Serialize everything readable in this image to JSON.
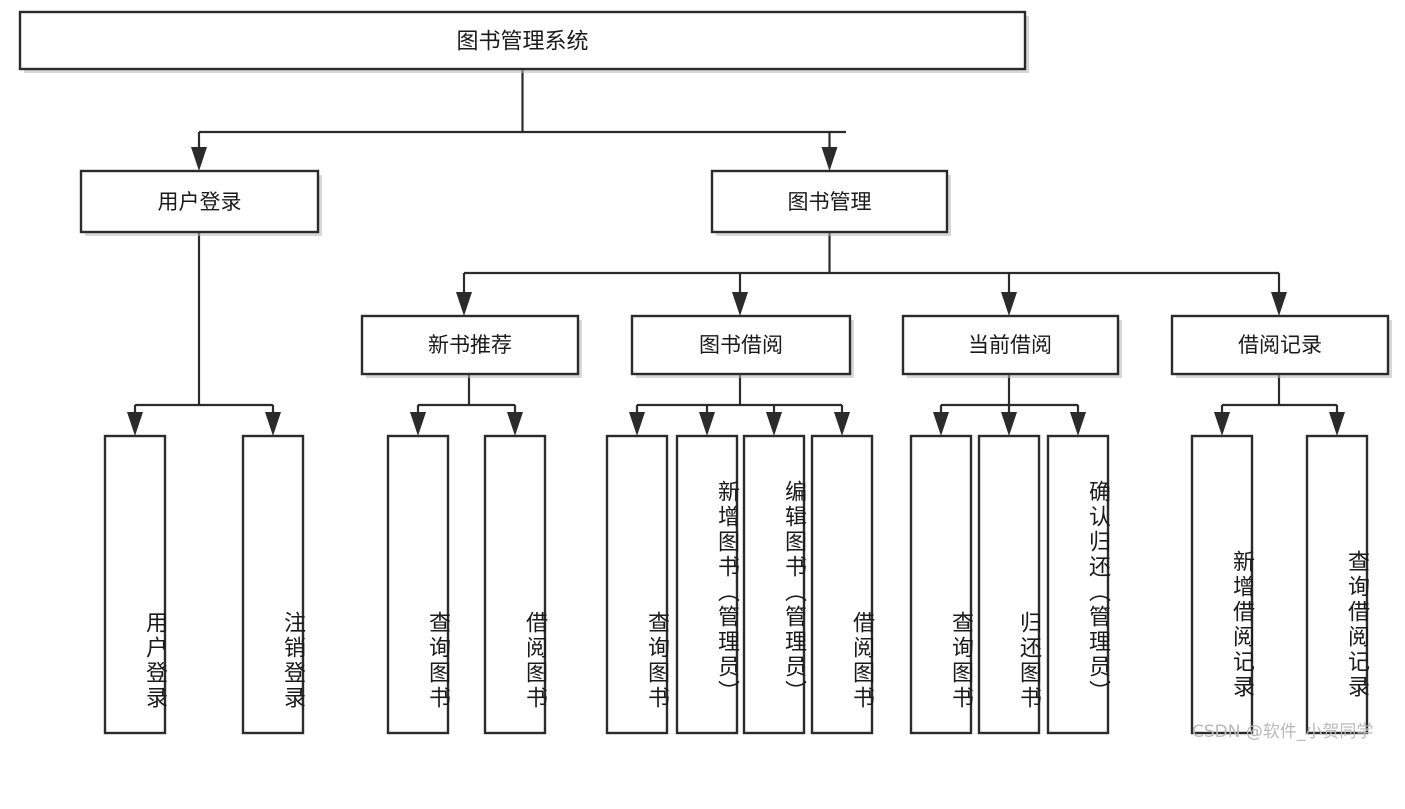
{
  "diagram": {
    "title": "图书管理系统",
    "type": "tree-hierarchy",
    "levels": [
      {
        "level": 1,
        "nodes": [
          {
            "id": "root",
            "label": "图书管理系统",
            "orientation": "horizontal"
          }
        ]
      },
      {
        "level": 2,
        "nodes": [
          {
            "id": "login",
            "label": "用户登录",
            "orientation": "horizontal",
            "parent": "root"
          },
          {
            "id": "bookmgmt",
            "label": "图书管理",
            "orientation": "horizontal",
            "parent": "root"
          }
        ]
      },
      {
        "level": 3,
        "nodes": [
          {
            "id": "newbook",
            "label": "新书推荐",
            "orientation": "horizontal",
            "parent": "bookmgmt"
          },
          {
            "id": "borrow",
            "label": "图书借阅",
            "orientation": "horizontal",
            "parent": "bookmgmt"
          },
          {
            "id": "current",
            "label": "当前借阅",
            "orientation": "horizontal",
            "parent": "bookmgmt"
          },
          {
            "id": "records",
            "label": "借阅记录",
            "orientation": "horizontal",
            "parent": "bookmgmt"
          }
        ]
      },
      {
        "level": 4,
        "nodes": [
          {
            "id": "leaf1",
            "label": "用户登录",
            "orientation": "vertical",
            "parent": "login"
          },
          {
            "id": "leaf2",
            "label": "注销登录",
            "orientation": "vertical",
            "parent": "login"
          },
          {
            "id": "leaf3",
            "label": "查询图书",
            "orientation": "vertical",
            "parent": "newbook"
          },
          {
            "id": "leaf4",
            "label": "借阅图书",
            "orientation": "vertical",
            "parent": "newbook"
          },
          {
            "id": "leaf5",
            "label": "查询图书",
            "orientation": "vertical",
            "parent": "borrow"
          },
          {
            "id": "leaf6",
            "label": "新增图书（管理员）",
            "orientation": "vertical",
            "parent": "borrow"
          },
          {
            "id": "leaf7",
            "label": "编辑图书（管理员）",
            "orientation": "vertical",
            "parent": "borrow"
          },
          {
            "id": "leaf8",
            "label": "借阅图书",
            "orientation": "vertical",
            "parent": "borrow"
          },
          {
            "id": "leaf9",
            "label": "查询图书",
            "orientation": "vertical",
            "parent": "current"
          },
          {
            "id": "leaf10",
            "label": "归还图书",
            "orientation": "vertical",
            "parent": "current"
          },
          {
            "id": "leaf11",
            "label": "确认归还（管理员）",
            "orientation": "vertical",
            "parent": "current"
          },
          {
            "id": "leaf12",
            "label": "新增借阅记录",
            "orientation": "vertical",
            "parent": "records"
          },
          {
            "id": "leaf13",
            "label": "查询借阅记录",
            "orientation": "vertical",
            "parent": "records"
          }
        ]
      }
    ],
    "colors": {
      "box_stroke": "#2b2b2b",
      "box_fill": "#ffffff",
      "connector": "#2b2b2b",
      "text": "#1a1a1a",
      "background": "#ffffff",
      "watermark": "#b9b9b9"
    }
  },
  "watermark": {
    "text": "CSDN @软件_小贺同学"
  }
}
